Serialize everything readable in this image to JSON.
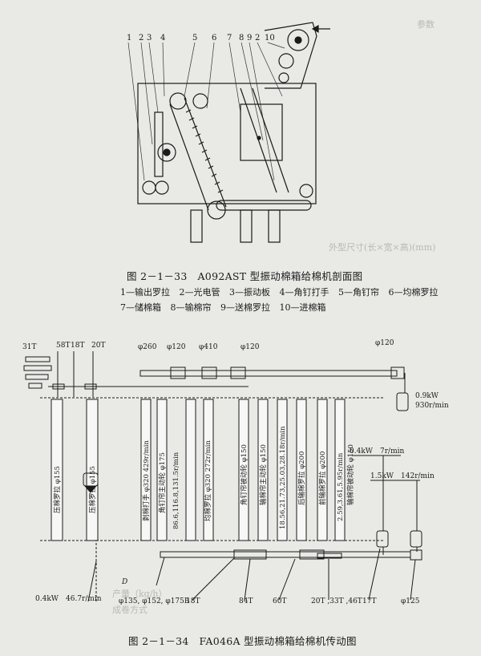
{
  "fig1": {
    "caption": "图 2－1－33　A092AST 型振动棉箱给棉机剖面图",
    "top_numbers": [
      "1",
      "2",
      "3",
      "4",
      "5",
      "6",
      "7",
      "8",
      "9",
      "2",
      "10"
    ],
    "legend_line1": [
      "1—输出罗拉",
      "2—光电管",
      "3—振动板",
      "4—角钉打手",
      "5—角钉帘",
      "6—均棉罗拉"
    ],
    "legend_line2": [
      "7—储棉箱",
      "8—输棉帘",
      "9—送棉罗拉",
      "10—进棉箱"
    ]
  },
  "fig2": {
    "caption": "图 2－1－34　FA046A 型振动棉箱给棉机传动图",
    "top_labels": {
      "t31": "31T",
      "t58": "58T",
      "t18": "18T",
      "t20": "20T",
      "p260": "φ260",
      "p120a": "φ120",
      "p410": "φ410",
      "p120b": "φ120",
      "p120c": "φ120"
    },
    "rollers": [
      "压棉罗拉 φ155",
      "压棉罗拉 φ155",
      "剥棉打手 φ320 429r/min",
      "角钉帘主动轮 φ175",
      "86.6,116.8,131.5r/min",
      "均棉罗拉 φ320 272r/min",
      "角钉帘被动轮 φ150",
      "输棉帘主动轮 φ150",
      "18.56,21.73,25.03,28.18r/min",
      "后输棉罗拉 φ200",
      "前输棉罗拉 φ200",
      "2.59,3.61,5.95r/min",
      "输棉帘被动轮 φ150"
    ],
    "motor1": "0.9kW",
    "motor1_speed": "930r/min",
    "motor2": "0.4kW　7r/min",
    "motor3": "1.5kW　142r/min",
    "motor4": "0.4kW　46.7r/min",
    "bottom_labels": {
      "b_d": "D",
      "b_pulleys": "φ135, φ152, φ175B",
      "b_18": "18T",
      "b_84": "84T",
      "b_60": "60T",
      "b_20": "20T ,33T ,46T",
      "b_17": "17T",
      "b_125": "φ125"
    }
  },
  "bleed": {
    "right_top": "参数",
    "line_a": "外型尺寸(长×宽×高)(mm)",
    "line_b": "产量（kg/h）",
    "line_c": "成卷方式"
  }
}
